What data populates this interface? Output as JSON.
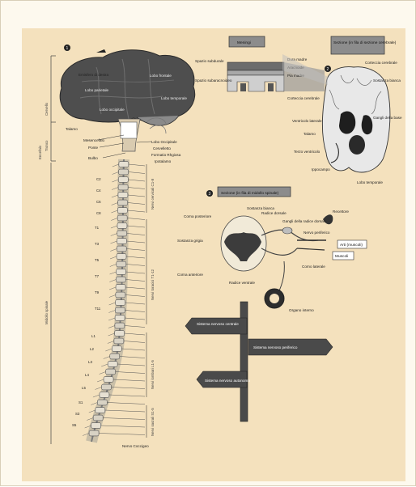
{
  "figure": {
    "panel_numbers": [
      "1",
      "2",
      "3"
    ],
    "brain": {
      "labels": [
        "Emisfero di destra",
        "Lobo parietale",
        "Lobo frontale",
        "Lobo occipitale",
        "Lobo temporale",
        "Lobo Occipitale",
        "Cervelletto",
        "Formatio Rhgiosa",
        "Mesencefalo",
        "Ponte",
        "Bulbo",
        "Ipotalamo",
        "Talamo"
      ],
      "side_labels": [
        "Cervello",
        "Encefalo",
        "Tronco"
      ]
    },
    "meninges": {
      "title": "Meningi",
      "labels": [
        "Spazio subdurale",
        "Spazio subaracnoideo",
        "Dura madre",
        "Aracnoide",
        "Pia madre",
        "Corteccia cerebrale"
      ]
    },
    "section": {
      "title": "Sezione (in fila di sezione cerebrale)",
      "labels": [
        "Corteccia cerebrale",
        "Sostanza bianca",
        "Gangli della base",
        "Ventricolo laterale",
        "Talamo",
        "Terzo ventricolo",
        "Ippocampo",
        "Lobo temporale"
      ]
    },
    "cord_section": {
      "title": "Sezione (in fila di midollo spinale)",
      "labels": [
        "Corna posteriore",
        "Sostanza bianca",
        "Radice dorsale",
        "Gangli della radice dorsale",
        "Nervo periferico",
        "Sostanza grigia",
        "Recettore",
        "Corna anteriore",
        "Radice ventrale",
        "Corno laterale",
        "Organo interno"
      ],
      "boxes": [
        "Arti (muscoli)",
        "Muscoli"
      ]
    },
    "spine": {
      "side_labels": [
        "Midollo spinale"
      ],
      "nerve_groups": [
        "Nervi cervicali C1-8",
        "Nervi toracici T1-12",
        "Nervi lombari L1-5",
        "Nervi sacrali S1-5",
        "Nervo Coccigeo"
      ],
      "cervical_numbers": [
        "C2",
        "C4",
        "C6",
        "C8"
      ],
      "thoracic_numbers": [
        "T1",
        "T3",
        "T5",
        "T7",
        "T9",
        "T11"
      ],
      "lumbar_numbers": [
        "L1",
        "L2",
        "L3",
        "L4",
        "L5"
      ],
      "sacral_numbers": [
        "S1",
        "S3",
        "S5"
      ]
    },
    "signpost": {
      "signs": [
        "Sistema nervoso centrale",
        "Sistema nervoso periferico",
        "Sistema nervoso autonomo"
      ]
    }
  },
  "colors": {
    "background": "#f4e1bd",
    "brain": "#4e4e4e",
    "signpost": "#4a4a4a",
    "box": "#8c8c8c"
  }
}
